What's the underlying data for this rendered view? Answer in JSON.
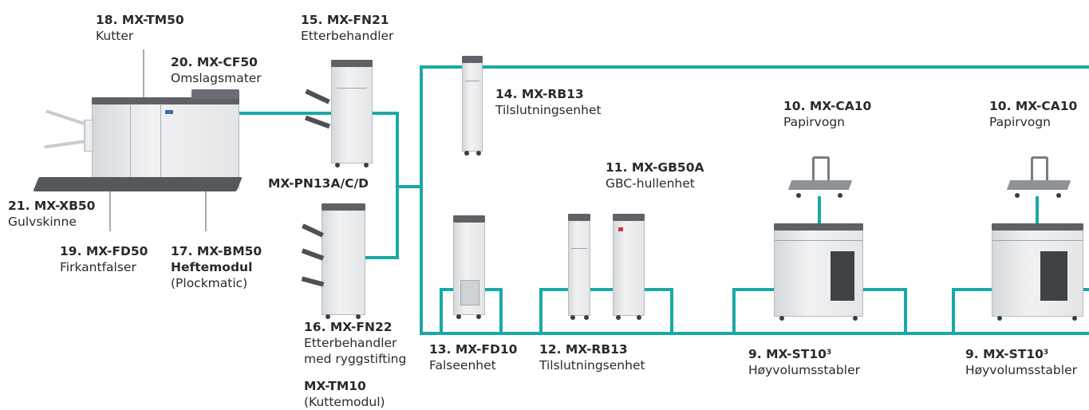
{
  "colors": {
    "connector": "#19a9a6",
    "machine_body": "#e6e8ea",
    "machine_top": "#5e6166"
  },
  "labels": {
    "tm50": {
      "code": "18. MX-TM50",
      "name": "Kutter"
    },
    "fn21": {
      "code": "15. MX-FN21",
      "name": "Etterbehandler"
    },
    "cf50": {
      "code": "20. MX-CF50",
      "name": "Omslagsmater"
    },
    "rb13_top": {
      "code": "14. MX-RB13",
      "name": "Tilslutningsenhet"
    },
    "ca10_a": {
      "code": "10. MX-CA10",
      "name": "Papirvogn"
    },
    "ca10_b": {
      "code": "10. MX-CA10",
      "name": "Papirvogn"
    },
    "gb50a": {
      "code": "11. MX-GB50A",
      "name": "GBC-hullenhet"
    },
    "pn13": {
      "code": "MX-PN13A/C/D"
    },
    "xb50": {
      "code": "21. MX-XB50",
      "name": "Gulvskinne"
    },
    "fd50": {
      "code": "19. MX-FD50",
      "name": "Firkantfalser"
    },
    "bm50": {
      "code": "17. MX-BM50",
      "name_bold": "Heftemodul",
      "name": "(Plockmatic)"
    },
    "fn22": {
      "code": "16. MX-FN22",
      "name_line1": "Etterbehandler",
      "name_line2": "med ryggstifting"
    },
    "tm10": {
      "code": "MX-TM10",
      "name": "(Kuttemodul)"
    },
    "fd10": {
      "code": "13. MX-FD10",
      "name": "Falseenhet"
    },
    "rb13_bottom": {
      "code": "12. MX-RB13",
      "name": "Tilslutningsenhet"
    },
    "st10_a": {
      "code": "9. MX-ST10",
      "sup": "3",
      "name": "Høyvolumsstabler"
    },
    "st10_b": {
      "code": "9. MX-ST10",
      "sup": "3",
      "name": "Høyvolumsstabler"
    }
  }
}
